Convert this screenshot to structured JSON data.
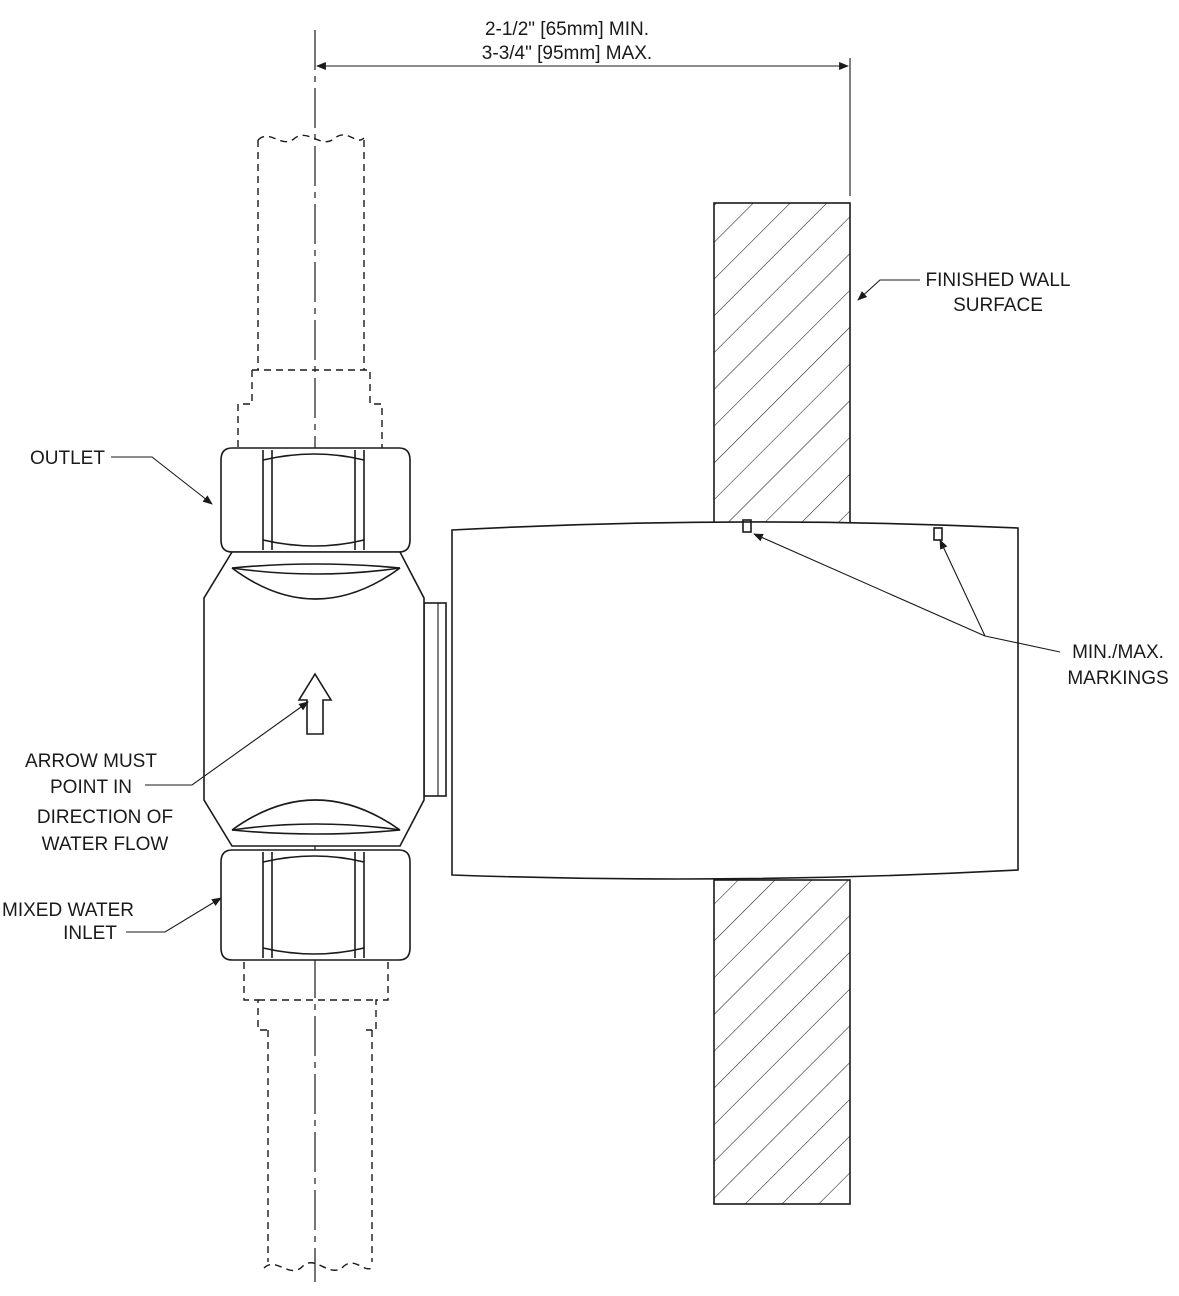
{
  "labels": {
    "dimension_min": "2-1/2\" [65mm] MIN.",
    "dimension_max": "3-3/4\" [95mm] MAX.",
    "finished_wall_line1": "FINISHED WALL",
    "finished_wall_line2": "SURFACE",
    "outlet": "OUTLET",
    "markings_line1": "MIN./MAX.",
    "markings_line2": "MARKINGS",
    "arrow_line1": "ARROW MUST",
    "arrow_line2": "POINT IN",
    "arrow_line3": "DIRECTION OF",
    "arrow_line4": "WATER FLOW",
    "inlet_line1": "MIXED WATER",
    "inlet_line2": "INLET"
  }
}
